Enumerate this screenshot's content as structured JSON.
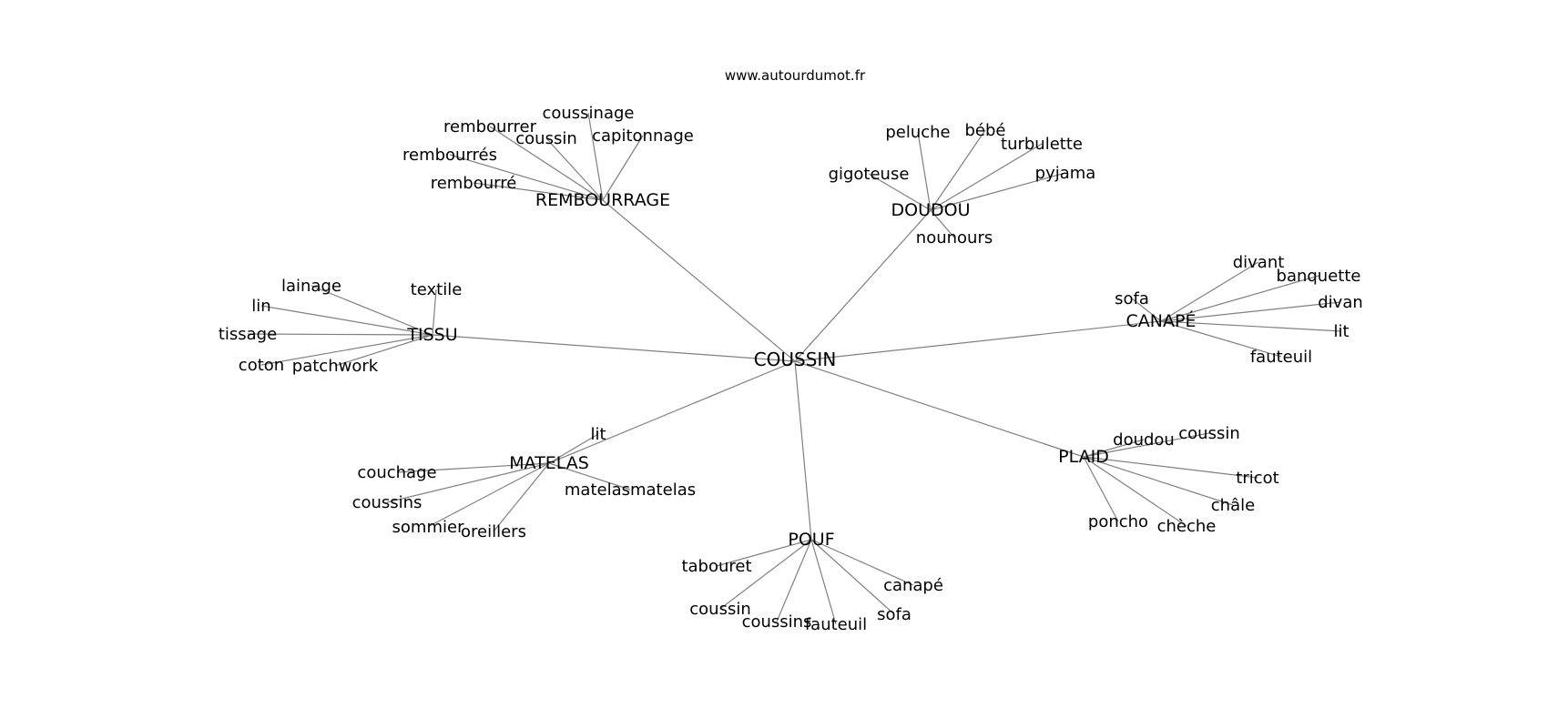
{
  "site": "www.autourdumot.fr",
  "center": "COUSSIN",
  "groups": [
    {
      "hub": "REMBOURRAGE",
      "words": [
        "coussinage",
        "rembourrer",
        "coussin",
        "capitonnage",
        "rembourrés",
        "rembourré"
      ]
    },
    {
      "hub": "DOUDOU",
      "words": [
        "peluche",
        "bébé",
        "turbulette",
        "gigoteuse",
        "pyjama",
        "nounours"
      ]
    },
    {
      "hub": "TISSU",
      "words": [
        "lainage",
        "textile",
        "lin",
        "tissage",
        "coton",
        "patchwork"
      ]
    },
    {
      "hub": "CANAPÉ",
      "words": [
        "divant",
        "banquette",
        "sofa",
        "divan",
        "lit",
        "fauteuil"
      ]
    },
    {
      "hub": "MATELAS",
      "words": [
        "lit",
        "couchage",
        "matelasmatelas",
        "coussins",
        "sommier",
        "oreillers"
      ]
    },
    {
      "hub": "PLAID",
      "words": [
        "coussin",
        "doudou",
        "tricot",
        "châle",
        "poncho",
        "chèche"
      ]
    },
    {
      "hub": "POUF",
      "words": [
        "tabouret",
        "canapé",
        "coussin",
        "sofa",
        "coussins",
        "fauteuil"
      ]
    }
  ]
}
